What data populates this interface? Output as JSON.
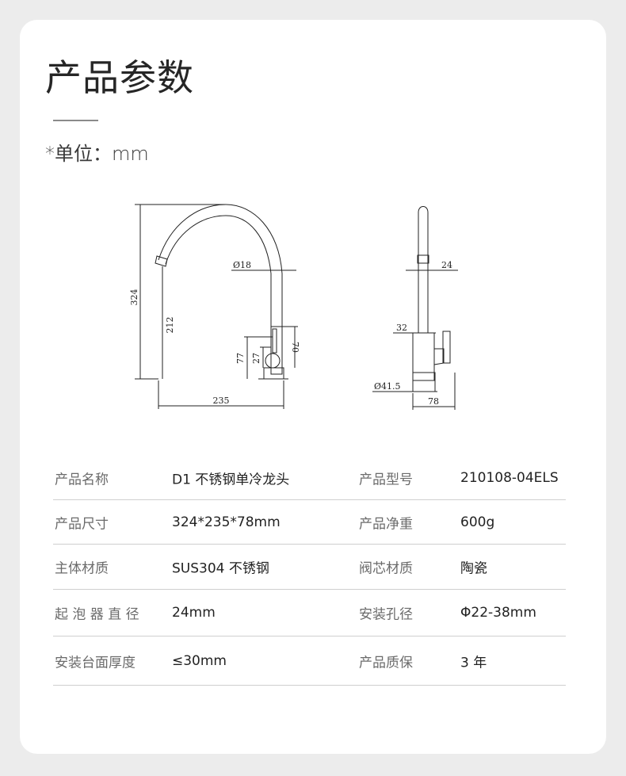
{
  "header": {
    "title": "产品参数",
    "unit_note": "*单位：mm"
  },
  "drawing": {
    "front": {
      "height_total": "324",
      "spout_height": "212",
      "pipe_diameter": "Ø18",
      "handle_height": "70",
      "base_height": "77",
      "handle_offset": "27",
      "reach": "235"
    },
    "side": {
      "aerator": "24",
      "body": "32",
      "base_diameter": "Ø41.5",
      "depth": "78"
    }
  },
  "specs": [
    {
      "label": "产品名称",
      "value": "D1 不锈钢单冷龙头",
      "label2": "产品型号",
      "value2": "210108-04ELS"
    },
    {
      "label": "产品尺寸",
      "value": "324*235*78mm",
      "label2": "产品净重",
      "value2": "600g"
    },
    {
      "label": "主体材质",
      "value": "SUS304 不锈钢",
      "label2": "阀芯材质",
      "value2": "陶瓷"
    },
    {
      "label": "起 泡 器 直 径",
      "value": "24mm",
      "label2": "安装孔径",
      "value2": "Φ22-38mm"
    },
    {
      "label": "安装台面厚度",
      "value": "≤30mm",
      "label2": "产品质保",
      "value2": "3 年"
    }
  ],
  "colors": {
    "background": "#ececec",
    "card": "#ffffff",
    "line": "#cfcfcf",
    "muted": "#6b6b6b"
  }
}
